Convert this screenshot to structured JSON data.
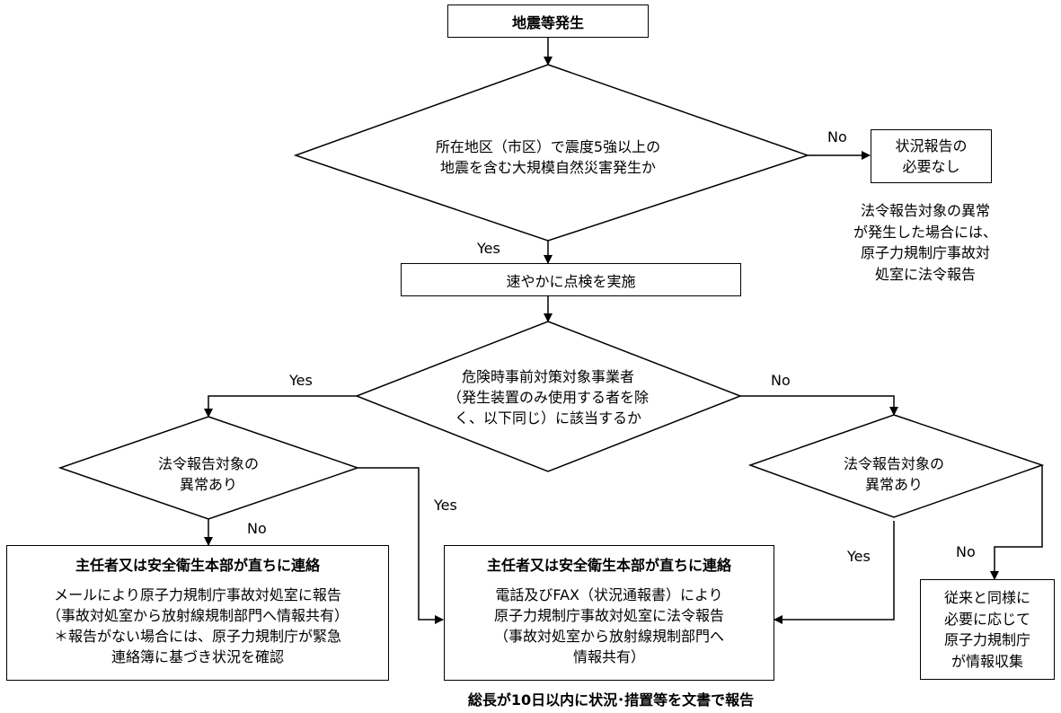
{
  "start": {
    "text": "地震等発生"
  },
  "decision1": {
    "line1": "所在地区（市区）で震度5強以上の",
    "line2": "地震を含む大規模自然災害発生か"
  },
  "no_report": {
    "line1": "状況報告の",
    "line2": "必要なし"
  },
  "note": {
    "line1": "法令報告対象の異常",
    "line2": "が発生した場合には、",
    "line3": "原子力規制庁事故対",
    "line4": "処室に法令報告"
  },
  "inspect": {
    "text": "速やかに点検を実施"
  },
  "decision2": {
    "line1": "危険時事前対策対象事業者",
    "line2": "（発生装置のみ使用する者を除",
    "line3": "く、以下同じ）に該当するか"
  },
  "decision_left": {
    "line1": "法令報告対象の",
    "line2": "異常あり"
  },
  "decision_right": {
    "line1": "法令報告対象の",
    "line2": "異常あり"
  },
  "box_left": {
    "title": "主任者又は安全衛生本部が直ちに連絡",
    "line1": "メールにより原子力規制庁事故対処室に報告",
    "line2": "（事故対処室から放射線規制部門へ情報共有）",
    "line3": "＊報告がない場合には、原子力規制庁が緊急",
    "line4": "連絡簿に基づき状況を確認"
  },
  "box_center": {
    "title": "主任者又は安全衛生本部が直ちに連絡",
    "line1": "電話及びFAX（状況通報書）により",
    "line2": "原子力規制庁事故対処室に法令報告",
    "line3": "（事故対処室から放射線規制部門へ",
    "line4": "情報共有）"
  },
  "box_right": {
    "line1": "従来と同様に",
    "line2": "必要に応じて",
    "line3": "原子力規制庁",
    "line4": "が情報収集"
  },
  "footer": {
    "text": "総長が10日以内に状況･措置等を文書で報告"
  },
  "labels": {
    "d1_no": "No",
    "d1_yes": "Yes",
    "d2_yes": "Yes",
    "d2_no": "No",
    "dl_no": "No",
    "dl_yes": "Yes",
    "dr_yes": "Yes",
    "dr_no": "No"
  }
}
